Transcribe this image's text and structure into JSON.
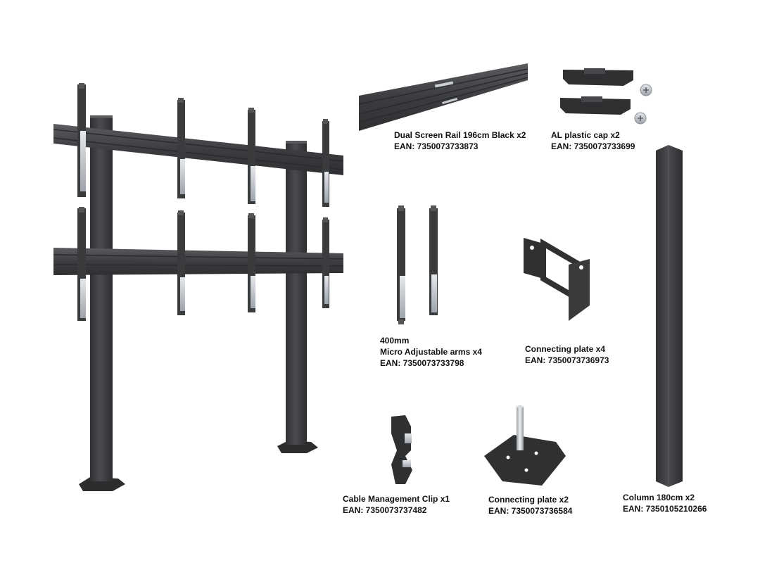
{
  "colors": {
    "metal_dark": "#3a3b3d",
    "metal_mid": "#4b4c4f",
    "metal_light": "#6a6b6e",
    "zinc": "#b9bec4",
    "zinc_light": "#dfe3e7",
    "background": "#ffffff",
    "text": "#111111"
  },
  "parts": [
    {
      "id": "rail",
      "lines": [
        "Dual Screen Rail 196cm Black x2",
        "EAN: 7350073733873"
      ]
    },
    {
      "id": "cap",
      "lines": [
        "AL plastic cap x2",
        "EAN: 7350073733699"
      ]
    },
    {
      "id": "arms",
      "lines": [
        "400mm",
        "Micro Adjustable arms x4",
        "EAN: 7350073733798"
      ]
    },
    {
      "id": "plate4",
      "lines": [
        "Connecting plate x4",
        "EAN: 7350073736973"
      ]
    },
    {
      "id": "clip",
      "lines": [
        "Cable Management Clip x1",
        "EAN: 7350073737482"
      ]
    },
    {
      "id": "plate2",
      "lines": [
        "Connecting plate x2",
        "EAN: 7350073736584"
      ]
    },
    {
      "id": "column",
      "lines": [
        "Column 180cm x2",
        "EAN: 7350105210266"
      ]
    }
  ]
}
